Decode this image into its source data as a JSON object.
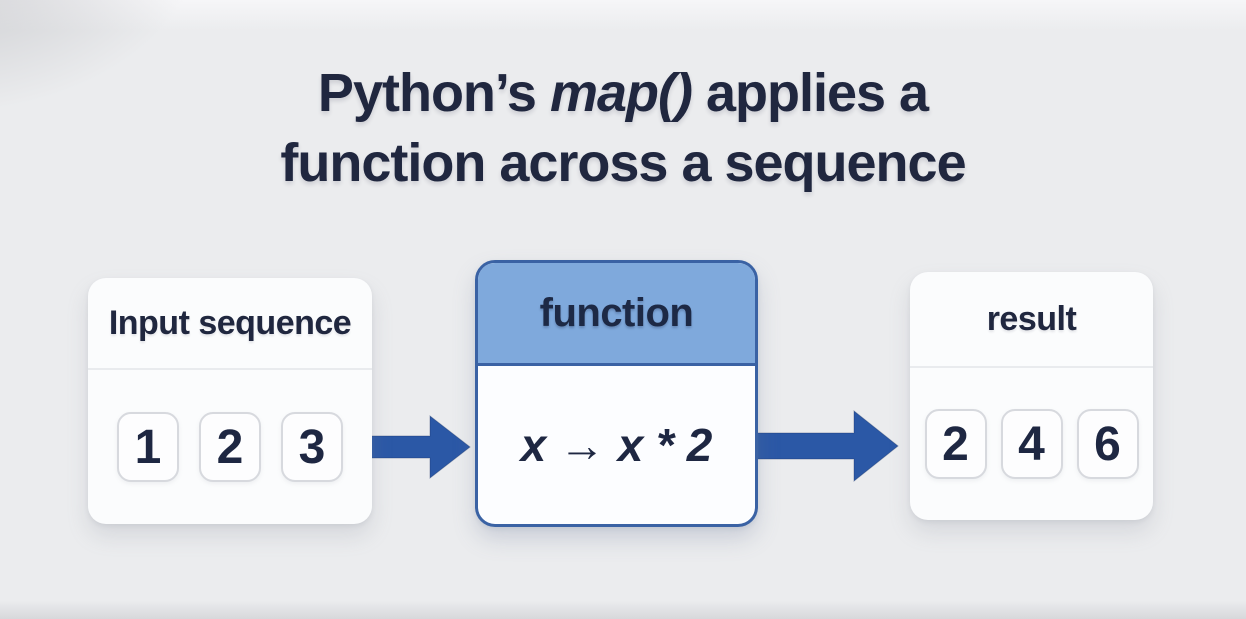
{
  "title": {
    "line1_prefix": "Python’s ",
    "line1_code": "map()",
    "line1_suffix": " applies a",
    "line2": "function across a sequence"
  },
  "diagram": {
    "input": {
      "label": "Input sequence",
      "values": [
        "1",
        "2",
        "3"
      ]
    },
    "function": {
      "label": "function",
      "expression": "x → x * 2"
    },
    "result": {
      "label": "result",
      "values": [
        "2",
        "4",
        "6"
      ]
    },
    "arrows": [
      {
        "name": "input-to-function",
        "direction": "right"
      },
      {
        "name": "function-to-result",
        "direction": "right"
      }
    ]
  },
  "colors": {
    "background": "#ebecee",
    "title_text": "#20273f",
    "card_background": "#fbfcfd",
    "tile_border": "#d7d9de",
    "function_border": "#3a62a4",
    "function_header": "#7fa9dc",
    "arrow": "#2b58a6"
  }
}
